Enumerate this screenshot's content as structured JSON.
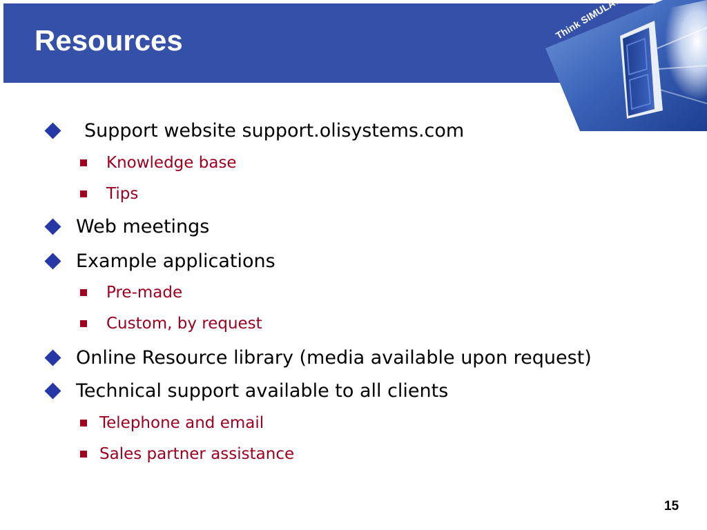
{
  "slide": {
    "title": "Resources",
    "logo_text": "Think SIMULATION!",
    "page_number": "15",
    "colors": {
      "title_bar": "#3550a8",
      "title_text": "#ffffff",
      "level1_bullet": "#2638a6",
      "level2_text": "#a00020"
    },
    "bullets": [
      {
        "text": "Support website support.olisystems.com"
      },
      {
        "text": "Knowledge base"
      },
      {
        "text": "Tips"
      },
      {
        "text": "Web meetings"
      },
      {
        "text": "Example applications"
      },
      {
        "text": "Pre-made"
      },
      {
        "text": "Custom, by request"
      },
      {
        "text": "Online Resource library (media available upon request)"
      },
      {
        "text": "Technical support available to all clients"
      },
      {
        "text": "Telephone and email"
      },
      {
        "text": "Sales partner assistance"
      }
    ]
  }
}
